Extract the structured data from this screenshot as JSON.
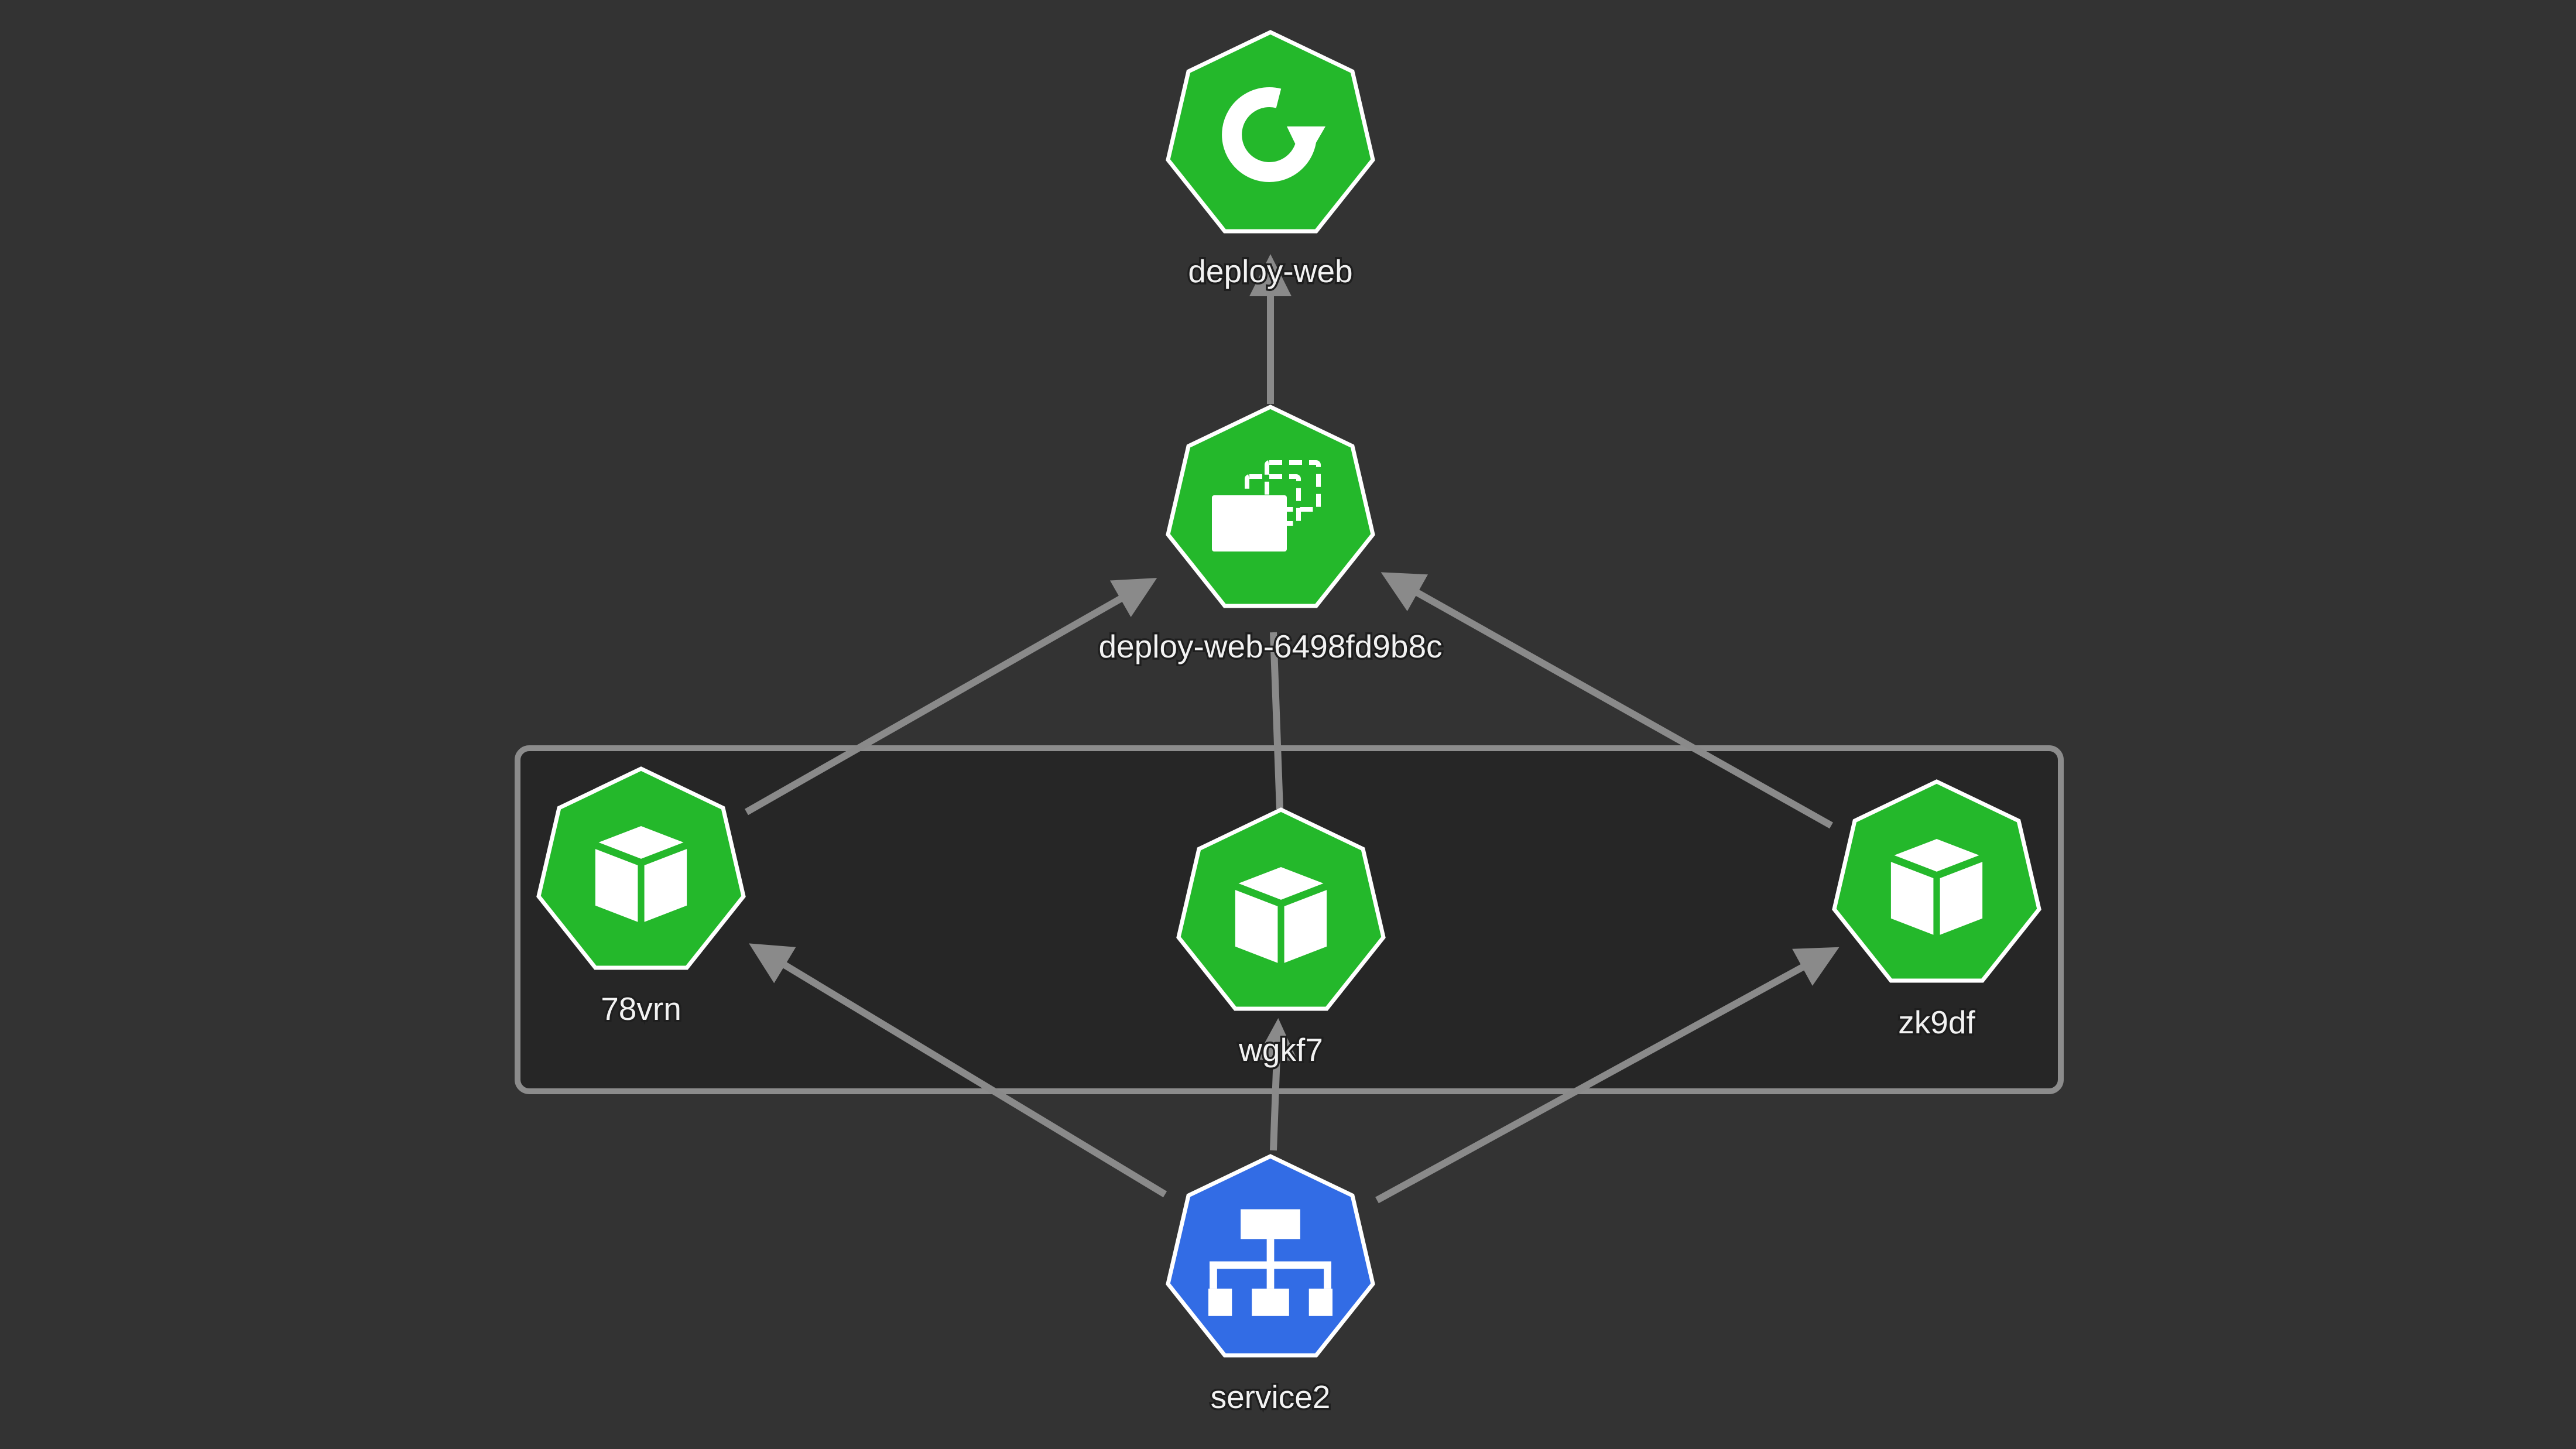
{
  "colors": {
    "background": "#333333",
    "group_fill": "#262626",
    "group_border": "#8c8c8c",
    "edge": "#8a8a8a",
    "workload_green": "#24b82b",
    "service_blue": "#326ce5",
    "icon_white": "#ffffff"
  },
  "group": {
    "label": ""
  },
  "nodes": {
    "deploy": {
      "label": "deploy-web",
      "icon": "deployment-rotate-icon",
      "color": "#24b82b"
    },
    "replicaset": {
      "label": "deploy-web-6498fd9b8c",
      "icon": "replicaset-stack-icon",
      "color": "#24b82b"
    },
    "pod_a": {
      "label": "78vrn",
      "icon": "pod-cube-icon",
      "color": "#24b82b"
    },
    "pod_b": {
      "label": "wgkf7",
      "icon": "pod-cube-icon",
      "color": "#24b82b"
    },
    "pod_c": {
      "label": "zk9df",
      "icon": "pod-cube-icon",
      "color": "#24b82b"
    },
    "service": {
      "label": "service2",
      "icon": "service-network-icon",
      "color": "#326ce5"
    }
  },
  "edges": [
    {
      "from": "replicaset",
      "to": "deploy"
    },
    {
      "from": "pod_a",
      "to": "replicaset"
    },
    {
      "from": "pod_b",
      "to": "replicaset"
    },
    {
      "from": "pod_c",
      "to": "replicaset"
    },
    {
      "from": "service",
      "to": "pod_a"
    },
    {
      "from": "service",
      "to": "pod_b"
    },
    {
      "from": "service",
      "to": "pod_c"
    }
  ]
}
